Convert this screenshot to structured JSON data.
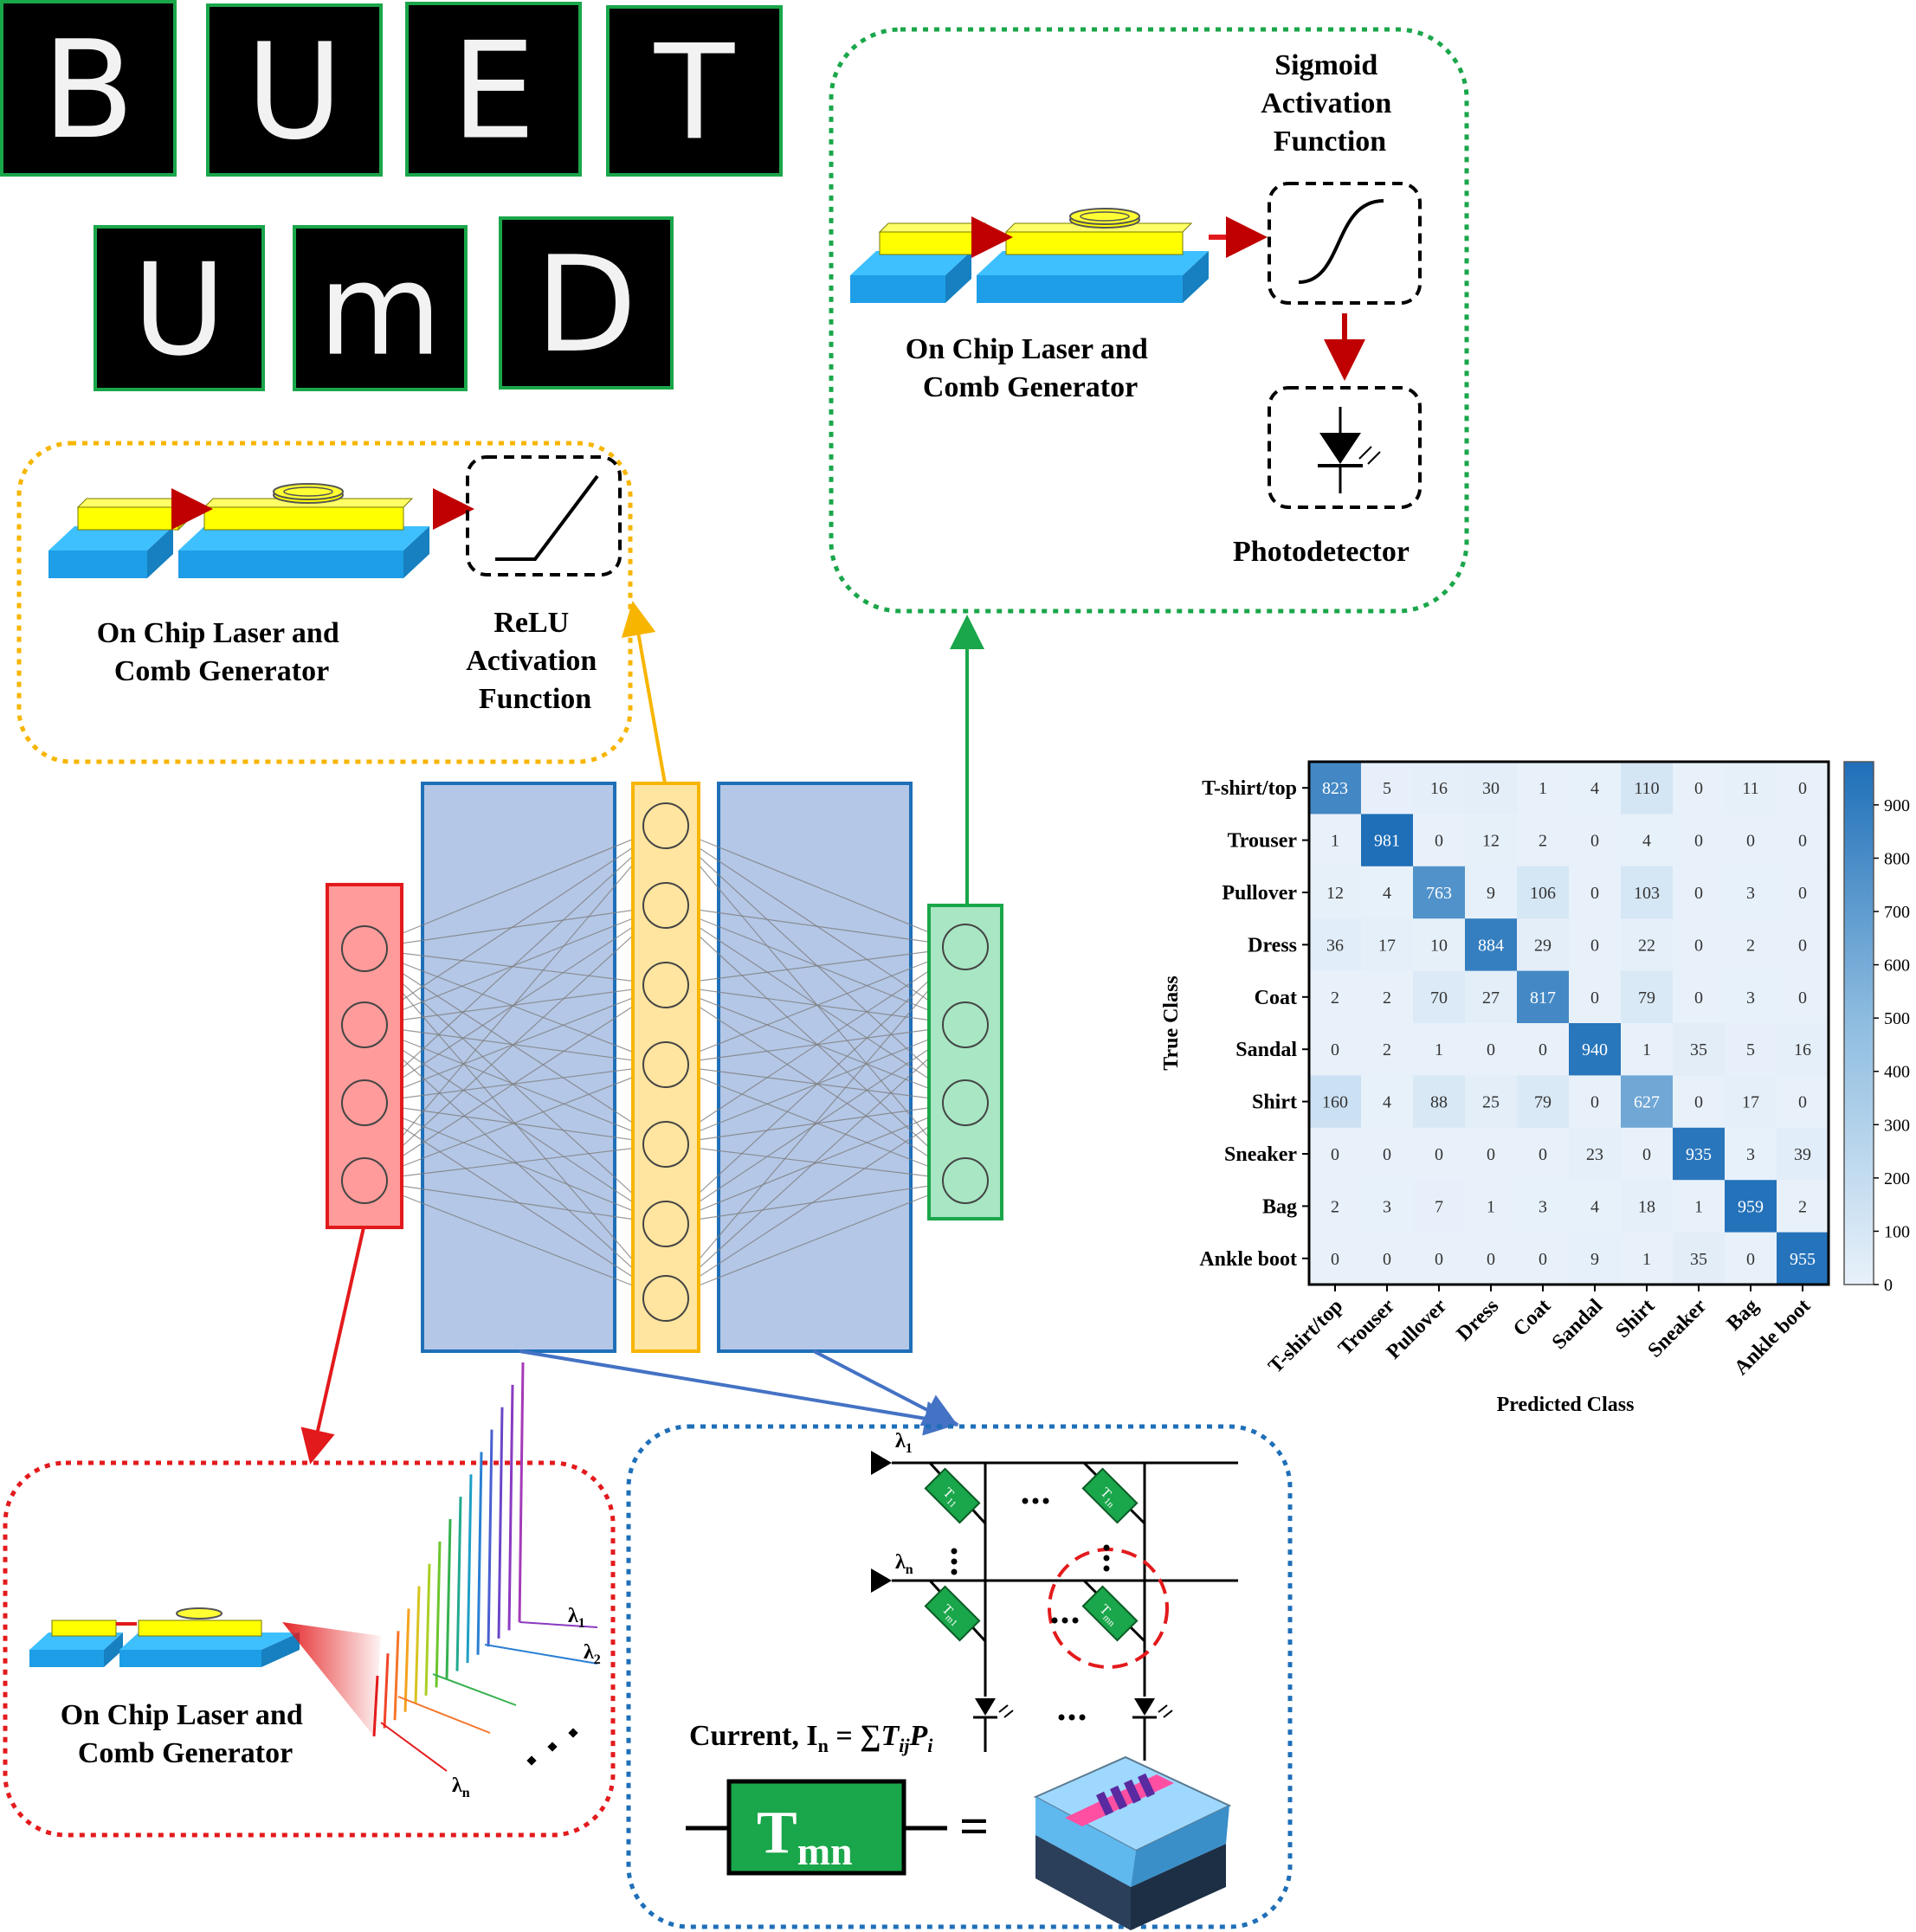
{
  "letters_top": [
    "B",
    "U",
    "E",
    "T"
  ],
  "letters_bottom": [
    "U",
    "m",
    "D"
  ],
  "relu_box": {
    "chip_label": [
      "On Chip Laser and",
      "Comb Generator"
    ],
    "activation_label": [
      "ReLU",
      "Activation",
      "Function"
    ]
  },
  "sigmoid_box": {
    "activation_label": [
      "Sigmoid",
      "Activation",
      "Function"
    ],
    "chip_label": [
      "On Chip Laser and",
      "Comb Generator"
    ],
    "detector_label": "Photodetector"
  },
  "comb_box": {
    "chip_label": [
      "On Chip Laser and",
      "Comb Generator"
    ],
    "lambda_1": "λ",
    "lambda_1_sub": "1",
    "lambda_2": "λ",
    "lambda_2_sub": "2",
    "lambda_n": "λ",
    "lambda_n_sub": "n"
  },
  "crossbar_box": {
    "input_1": "λ",
    "input_1_sub": "1",
    "input_n": "λ",
    "input_n_sub": "n",
    "cell_11": "T",
    "cell_11_sub": "11",
    "cell_1n": "T",
    "cell_1n_sub": "1n",
    "cell_m1": "T",
    "cell_m1_sub": "m1",
    "cell_mn": "T",
    "cell_mn_sub": "mn",
    "current_prefix": "Current, I",
    "current_sub": "n",
    "current_eq": " = ∑",
    "current_T": "T",
    "current_T_sub": "ij",
    "current_P": "P",
    "current_P_sub": "i",
    "tmn_main": "T",
    "tmn_sub": "mn",
    "equals": "="
  },
  "colors": {
    "red": "#e31a1c",
    "yellow": "#f7b500",
    "green": "#1aa64a",
    "blue": "#1f6fb8",
    "chip_blue": "#29b6f6",
    "chip_yellow": "#ffff00"
  },
  "chart_data": {
    "type": "heatmap",
    "ylabel": "True Class",
    "xlabel": "Predicted Class",
    "rows": [
      "T-shirt/top",
      "Trouser",
      "Pullover",
      "Dress",
      "Coat",
      "Sandal",
      "Shirt",
      "Sneaker",
      "Bag",
      "Ankle boot"
    ],
    "cols": [
      "T-shirt/top",
      "Trouser",
      "Pullover",
      "Dress",
      "Coat",
      "Sandal",
      "Shirt",
      "Sneaker",
      "Bag",
      "Ankle boot"
    ],
    "values": [
      [
        823,
        5,
        16,
        30,
        1,
        4,
        110,
        0,
        11,
        0
      ],
      [
        1,
        981,
        0,
        12,
        2,
        0,
        4,
        0,
        0,
        0
      ],
      [
        12,
        4,
        763,
        9,
        106,
        0,
        103,
        0,
        3,
        0
      ],
      [
        36,
        17,
        10,
        884,
        29,
        0,
        22,
        0,
        2,
        0
      ],
      [
        2,
        2,
        70,
        27,
        817,
        0,
        79,
        0,
        3,
        0
      ],
      [
        0,
        2,
        1,
        0,
        0,
        940,
        1,
        35,
        5,
        16
      ],
      [
        160,
        4,
        88,
        25,
        79,
        0,
        627,
        0,
        17,
        0
      ],
      [
        0,
        0,
        0,
        0,
        0,
        23,
        0,
        935,
        3,
        39
      ],
      [
        2,
        3,
        7,
        1,
        3,
        4,
        18,
        1,
        959,
        2
      ],
      [
        0,
        0,
        0,
        0,
        0,
        9,
        1,
        35,
        0,
        955
      ]
    ],
    "colorbar_ticks": [
      "0",
      "100",
      "200",
      "300",
      "400",
      "500",
      "600",
      "700",
      "800",
      "900"
    ],
    "vmin": 0,
    "vmax": 981
  }
}
